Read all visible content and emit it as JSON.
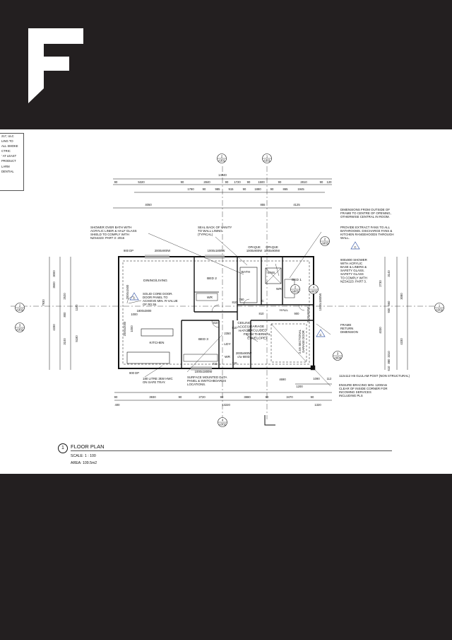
{
  "brand": {
    "logo_icon": "f-monogram-logo",
    "background_color": "#231f20"
  },
  "legend": {
    "lines": [
      "217, ULC",
      "LING TO",
      "ALL SMOKE",
      "CTRIC",
      "' AT LEAST",
      "PRODUCT",
      "LARM",
      "DENTIAL"
    ]
  },
  "plan": {
    "section_refs": [
      {
        "num": "2",
        "sheet": "A301"
      },
      {
        "num": "1",
        "sheet": "A301"
      },
      {
        "num": "4",
        "sheet": "A302"
      },
      {
        "num": "2",
        "sheet": "A302"
      },
      {
        "num": "3",
        "sheet": "A302"
      },
      {
        "num": "1",
        "sheet": "A302"
      }
    ],
    "dimensions": {
      "overall_top": "14940",
      "top_row": [
        "90",
        "5320",
        "90",
        "2840",
        "90",
        "1720",
        "90",
        "1500",
        "90",
        "2810",
        "90",
        "120"
      ],
      "top_row2": [
        "1780",
        "90",
        "985",
        "915",
        "90",
        "1880",
        "90",
        "865",
        "1945"
      ],
      "top_row3": [
        "4050",
        "855",
        "4125"
      ],
      "bottom_row": [
        "90",
        "3930",
        "90",
        "2720",
        "90",
        "3880",
        "90",
        "3470",
        "90"
      ],
      "bottom_row2": [
        "400",
        "13220",
        "1320"
      ],
      "bottom_misc": [
        "4690",
        "1200",
        "1090",
        "112"
      ],
      "left_vertical": [
        "3000",
        "3500",
        "2520",
        "1180",
        "800",
        "4330",
        "3100",
        "7930",
        "5180",
        "1000"
      ],
      "right_vertical": [
        "3140",
        "2730",
        "3080",
        "560",
        "930",
        "4030",
        "4330",
        "3310",
        "880",
        "610"
      ]
    },
    "rooms": {
      "dining": "DINING/LIVING",
      "bed2": "BED 2",
      "bath": "BATH",
      "ens": "ENS.",
      "bed1": "BED 1",
      "kitchen": "KITCHEN",
      "bed3": "BED 3",
      "hall": "HALL",
      "garage": "GARAGE\n(EXCLUDED\nFROM THERMAL\nENVELOPE)",
      "wr": "WR",
      "lounge_c": "C",
      "ldy": "LDY",
      "ceiling_access": "CEILING\nACCESS\nHATCH"
    },
    "opening_labels": [
      "900 DP",
      "2000x900W",
      "1000x1800W",
      "OPAQUE\n1000x900W",
      "OPAQUE\n1000x900W",
      "2000x1500",
      "2000x2000",
      "1000x1800W",
      "2000x900W\nc/w 800D",
      "900 DP",
      "2100x900W",
      "1000x1800W",
      "1800x3800",
      "2.4m SECTIONAL\nGARAGE DOOR"
    ],
    "small_tags": [
      "810",
      "760",
      "810",
      "710",
      "810",
      "810",
      "1000",
      "2350",
      "900",
      "710"
    ],
    "annotations": [
      "SHOWER OVER BATH WITH\nACRYLIC LINER & HALF GLASS\nSHIELD TO COMPLY WITH\nNZS4223: PART 3: 2016",
      "SEAL BACK OF VANITY\nTO WALL LINING\n(TYPICAL)",
      "DIMENSIONS FROM OUTSIDE OF\nFRAME TO CENTRE OF OPENING,\nOTHERWISE CENTRAL IN ROOM.",
      "PROVIDE EXTRACT FANS TO ALL\nBATHROOMS. DISCHARGE FANS &\nKITCHEN RANGEHOODS THROUGH\nWALL.",
      "900x900 SHOWER\nWITH ACRYLIC\nBASE & LINERS &\nSAFETY GLASS.\nSAFETY GLASS\nTO COMPLY WITH\nNZS4223: PART 3.",
      "SOLID CORE DOOR.\nDOOR PANEL TO\nACHIEVE MIN. R-VALUE\nOF R0.36.",
      "FRAME\nRETURN\nDIMENSION",
      "180 LITRE 3kW HWC\nON SAFE TRAY.",
      "SURFACE MOUNTED DATA\nPANEL & SWITCHBOARDS\nLOCATIONS.",
      "112x112 H5 GLULAM POST (NON STRUCTURAL)",
      "ENSURE BRACING MIN. 1200mm\nCLEAR OF INSIDE CORNER FOR\nINCOMING SERVICES\nINCLUDING PLS"
    ],
    "callout_refs": [
      {
        "num": "2",
        "sheet": "A603"
      },
      {
        "num": "2",
        "sheet": "A603"
      },
      {
        "num": "4",
        "sheet": "A603"
      },
      {
        "num": "3",
        "sheet": "A604"
      }
    ],
    "revision_mark": "C"
  },
  "title_block": {
    "number": "1",
    "title": "FLOOR PLAN",
    "scale": "SCALE:   1 : 100",
    "area": "AREA:  109.5m2"
  }
}
